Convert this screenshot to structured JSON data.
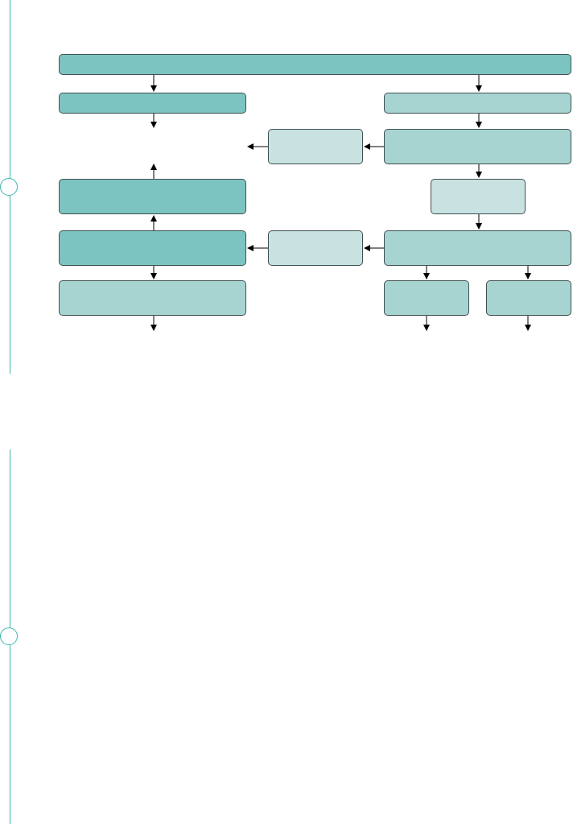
{
  "colors": {
    "margin_rule": "#3fb6ad",
    "node_border": "#3f4f50",
    "arrow": "#000000",
    "fill_dark": "#7cc4c1",
    "fill_medium": "#a7d4d1",
    "fill_light": "#c8e2e2"
  },
  "flowchart": {
    "nodes": [
      {
        "id": "top-bar",
        "label": "",
        "shade": "dark"
      },
      {
        "id": "left-header",
        "label": "",
        "shade": "dark"
      },
      {
        "id": "right-header",
        "label": "",
        "shade": "medium"
      },
      {
        "id": "center-box-upper",
        "label": "",
        "shade": "light"
      },
      {
        "id": "right-box-upper",
        "label": "",
        "shade": "medium"
      },
      {
        "id": "left-box-middle",
        "label": "",
        "shade": "dark"
      },
      {
        "id": "right-small-box",
        "label": "",
        "shade": "light"
      },
      {
        "id": "left-box-lower",
        "label": "",
        "shade": "dark"
      },
      {
        "id": "center-box-lower",
        "label": "",
        "shade": "light"
      },
      {
        "id": "right-box-lower",
        "label": "",
        "shade": "medium"
      },
      {
        "id": "left-box-bottom",
        "label": "",
        "shade": "medium"
      },
      {
        "id": "right-bottom-left",
        "label": "",
        "shade": "medium"
      },
      {
        "id": "right-bottom-right",
        "label": "",
        "shade": "medium"
      }
    ],
    "edges": [
      {
        "from": "top-bar",
        "to": "left-header"
      },
      {
        "from": "top-bar",
        "to": "right-header"
      },
      {
        "from": "left-header",
        "to": ""
      },
      {
        "from": "right-header",
        "to": "right-box-upper"
      },
      {
        "from": "right-box-upper",
        "to": "center-box-upper"
      },
      {
        "from": "center-box-upper",
        "to": ""
      },
      {
        "from": "left-box-middle",
        "to": ""
      },
      {
        "from": "right-box-upper",
        "to": "right-small-box"
      },
      {
        "from": "right-small-box",
        "to": "right-box-lower"
      },
      {
        "from": "left-box-lower",
        "to": "left-box-middle"
      },
      {
        "from": "right-box-lower",
        "to": "center-box-lower"
      },
      {
        "from": "center-box-lower",
        "to": "left-box-lower"
      },
      {
        "from": "left-box-lower",
        "to": "left-box-bottom"
      },
      {
        "from": "right-box-lower",
        "to": "right-bottom-left"
      },
      {
        "from": "right-box-lower",
        "to": "right-bottom-right"
      },
      {
        "from": "left-box-bottom",
        "to": ""
      },
      {
        "from": "right-bottom-left",
        "to": ""
      },
      {
        "from": "right-bottom-right",
        "to": ""
      }
    ]
  }
}
